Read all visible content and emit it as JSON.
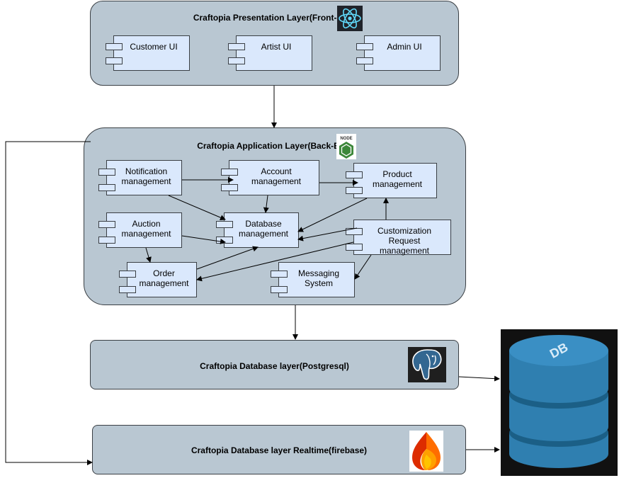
{
  "layers": {
    "presentation": {
      "title": "Craftopia Presentation Layer(Front-End)",
      "logo": "react-icon"
    },
    "application": {
      "title": "Craftopia Application Layer(Back-End)",
      "logo": "nodejs-icon",
      "logo_text": "NODE"
    },
    "database": {
      "title": "Craftopia Database layer(Postgresql)",
      "logo": "postgresql-elephant-icon"
    },
    "realtime": {
      "title": "Craftopia Database layer Realtime(firebase)",
      "logo": "firebase-flame-icon"
    }
  },
  "ui_components": [
    "Customer UI",
    "Artist UI",
    "Admin UI"
  ],
  "backend_components": {
    "notification": "Notification\nmanagement",
    "account": "Account\nmanagement",
    "product": "Product\nmanagement",
    "auction": "Auction\nmanagement",
    "database": "Database\nmanagement",
    "customization": "Customization Request\nmanagement",
    "order": "Order\nmanagement",
    "messaging": "Messaging\nSystem"
  },
  "db_cylinder": {
    "label": "DB",
    "icon": "database-cylinder-icon"
  },
  "colors": {
    "layer_fill": "#b9c7d2",
    "component_fill": "#dae8fc",
    "db_blue": "#2f7fb0",
    "db_dark": "#1b5f86"
  }
}
